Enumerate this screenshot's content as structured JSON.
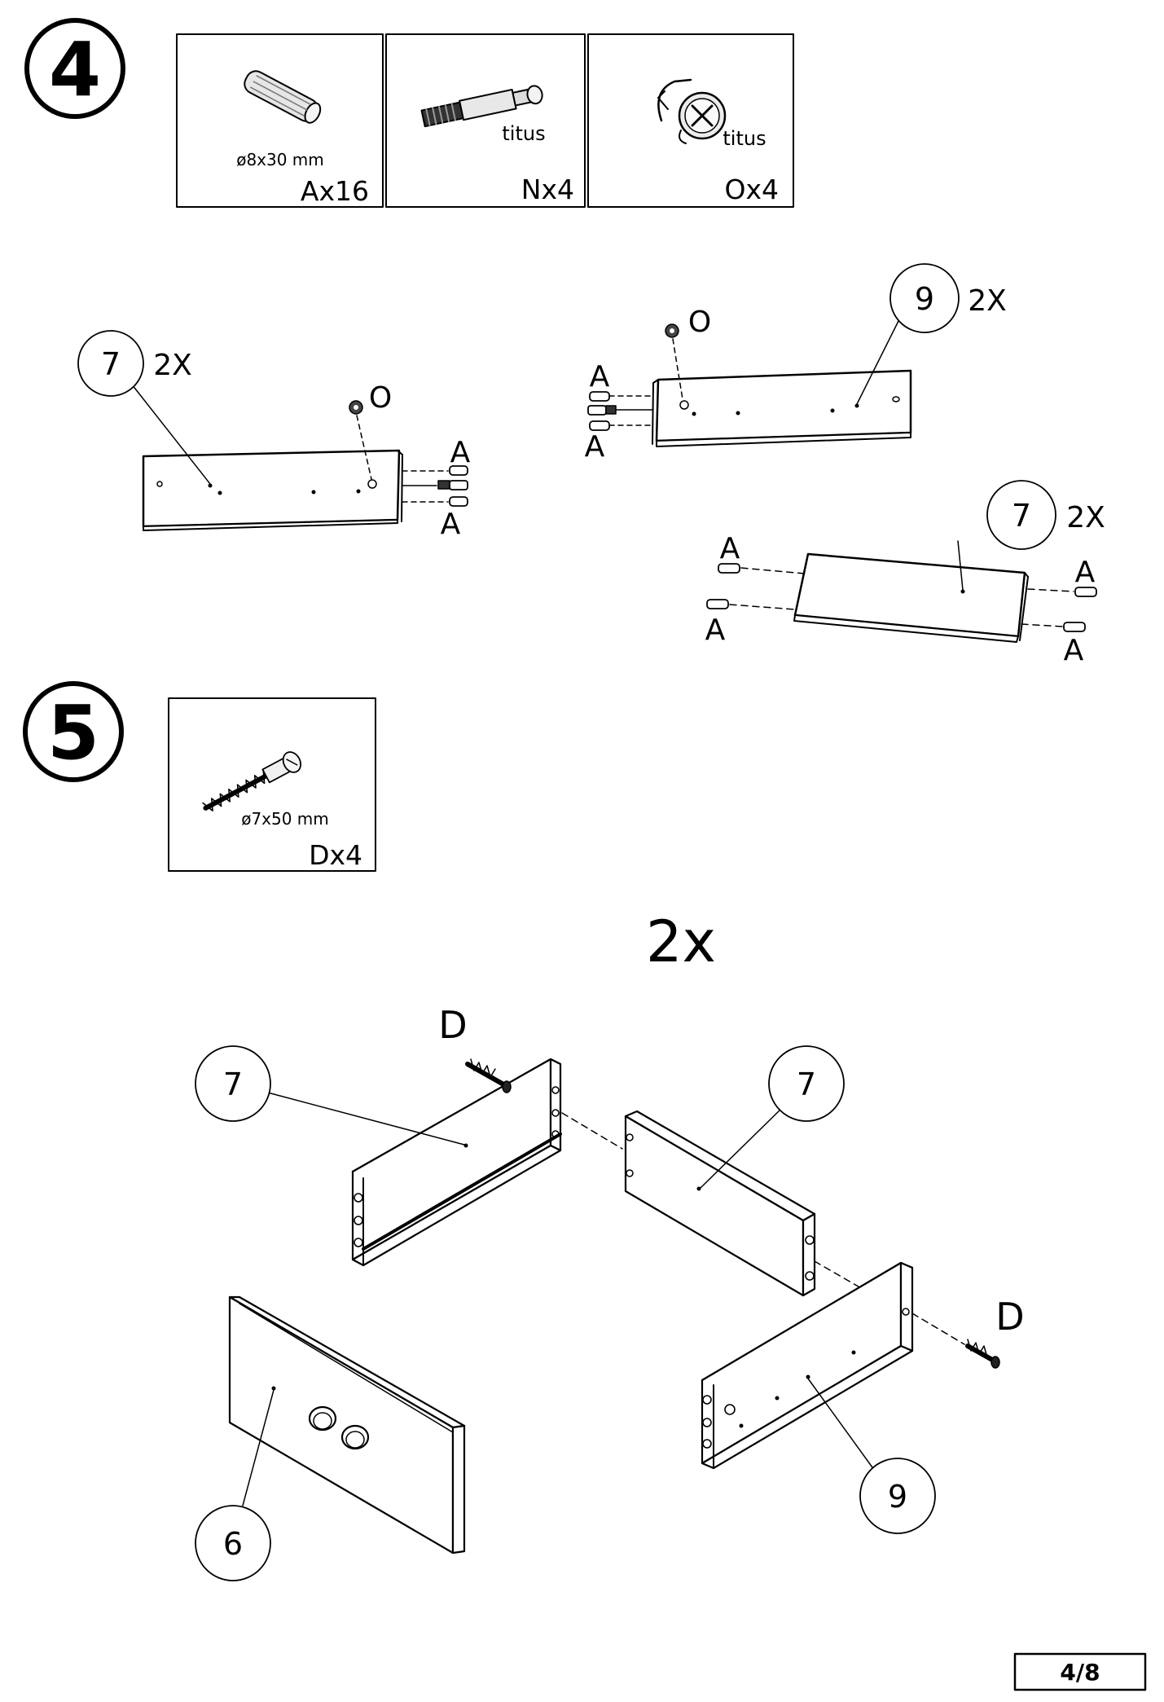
{
  "step4": {
    "number": "4",
    "parts": [
      {
        "dimension": "ø8x30 mm",
        "brand": "",
        "qty": "Ax16",
        "icon": "wood-dowel-icon"
      },
      {
        "dimension": "",
        "brand": "titus",
        "qty": "Nx4",
        "icon": "cam-bolt-icon"
      },
      {
        "dimension": "",
        "brand": "titus",
        "qty": "Ox4",
        "icon": "cam-lock-icon"
      }
    ],
    "callouts": [
      {
        "part": "7",
        "mult": "2X"
      },
      {
        "part": "9",
        "mult": "2X"
      },
      {
        "part": "7",
        "mult": "2X"
      }
    ],
    "letters": {
      "a": "A",
      "o": "O"
    }
  },
  "step5": {
    "number": "5",
    "part": {
      "dimension": "ø7x50 mm",
      "qty": "Dx4",
      "icon": "confirmat-screw-icon"
    },
    "multiplier": "2x",
    "letter_d": "D",
    "callouts": [
      "7",
      "7",
      "6",
      "9"
    ]
  },
  "page_number": "4/8"
}
